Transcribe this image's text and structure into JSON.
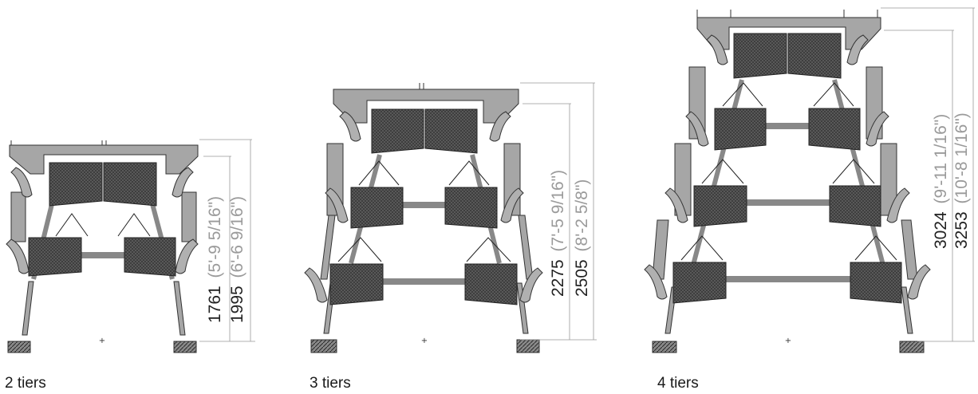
{
  "diagrams": [
    {
      "caption": "2 tiers",
      "dim_inner_value": "1761",
      "dim_inner_imperial": "(5'-9 5/16\")",
      "dim_outer_value": "1995",
      "dim_outer_imperial": "(6'-6 9/16\")"
    },
    {
      "caption": "3 tiers",
      "dim_inner_value": "2275",
      "dim_inner_imperial": "(7'-5 9/16\")",
      "dim_outer_value": "2505",
      "dim_outer_imperial": "(8'-2 5/8\")"
    },
    {
      "caption": "4 tiers",
      "dim_inner_value": "3024",
      "dim_inner_imperial": "(9'-11 1/16\")",
      "dim_outer_value": "3253",
      "dim_outer_imperial": "(10'-8 1/16\")"
    }
  ],
  "colors": {
    "cage_dark": "#3d3d3d",
    "frame_grey": "#a6a6a6",
    "line": "#333333",
    "dim_value": "#222222",
    "dim_imperial": "#9a9a9a"
  }
}
